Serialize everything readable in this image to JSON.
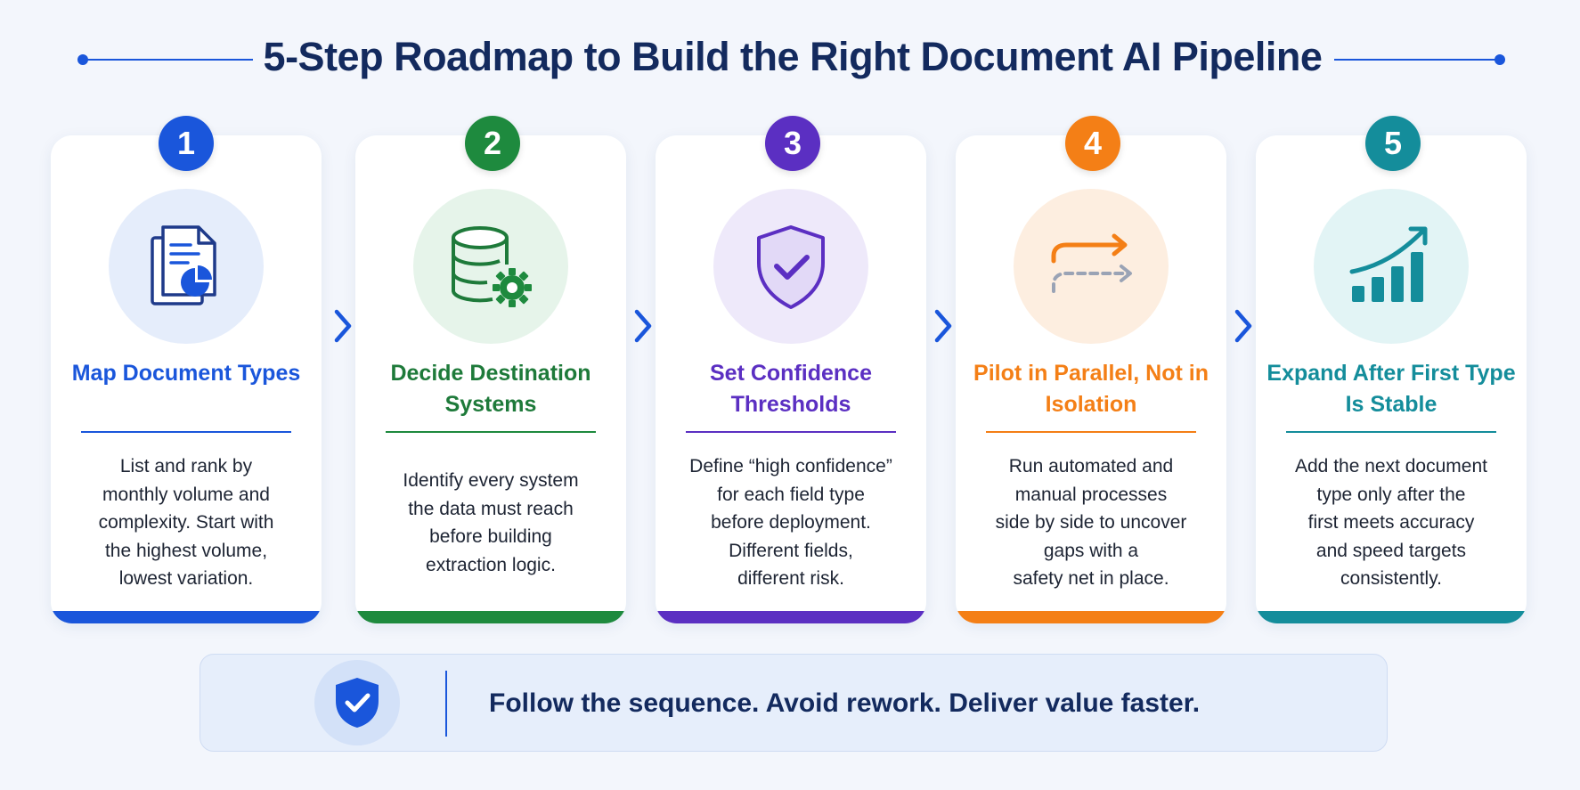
{
  "title": "5-Step Roadmap to Build the Right Document AI Pipeline",
  "colors": {
    "title": "#132a5e",
    "blue": "#1a56db",
    "green": "#1e8a3e",
    "purple": "#5b2fc2",
    "orange": "#f47f16",
    "teal": "#148d9b"
  },
  "steps": [
    {
      "number": "1",
      "title": "Map Document Types",
      "description": "List and rank by\nmonthly volume and\ncomplexity. Start with\nthe highest volume,\nlowest variation.",
      "icon": "document-chart-icon",
      "color": "#1a56db"
    },
    {
      "number": "2",
      "title": "Decide Destination Systems",
      "description": "Identify every system\nthe data must reach\nbefore building\nextraction logic.",
      "icon": "database-gear-icon",
      "color": "#1e8a3e"
    },
    {
      "number": "3",
      "title": "Set Confidence Thresholds",
      "description": "Define “high confidence”\nfor each field type\nbefore deployment.\nDifferent fields,\ndifferent risk.",
      "icon": "shield-check-icon",
      "color": "#5b2fc2"
    },
    {
      "number": "4",
      "title": "Pilot in Parallel, Not in Isolation",
      "description": "Run automated and\nmanual processes\nside by side to uncover\ngaps with a\nsafety net in place.",
      "icon": "parallel-arrows-icon",
      "color": "#f47f16"
    },
    {
      "number": "5",
      "title": "Expand After First Type Is Stable",
      "description": "Add the next document\ntype only after the\nfirst meets accuracy\nand speed targets\nconsistently.",
      "icon": "growth-chart-icon",
      "color": "#148d9b"
    }
  ],
  "footer": {
    "text": "Follow the sequence. Avoid rework. Deliver value faster.",
    "icon": "shield-check-icon"
  }
}
